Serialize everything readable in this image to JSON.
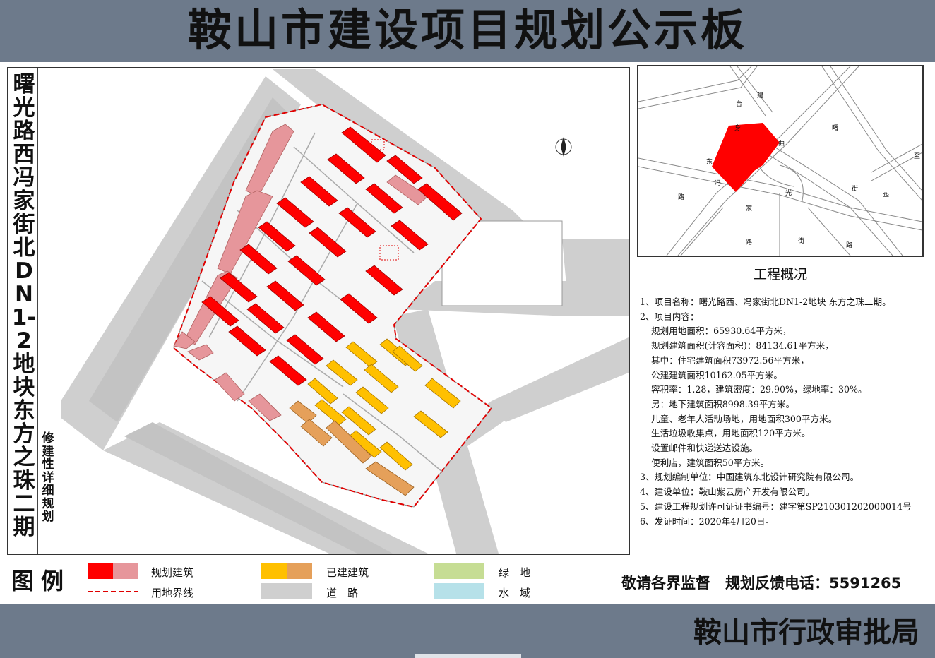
{
  "header": {
    "title": "鞍山市建设项目规划公示板"
  },
  "side_title": "曙光路西冯家街北DN1-2地块 东方之珠二期",
  "side_subtitle": "修建性详细规划",
  "location_map": {
    "caption": "工程概况",
    "street_chars": [
      "台",
      "建",
      "身",
      "曲",
      "曙",
      "至",
      "东",
      "冯",
      "光",
      "街",
      "华",
      "路",
      "家",
      "路",
      "街",
      "路"
    ]
  },
  "info": {
    "line1": "1、项目名称：曙光路西、冯家街北DN1-2地块 东方之珠二期。",
    "line2": "2、项目内容：",
    "line3": "规划用地面积：65930.64平方米，",
    "line4": "规划建筑面积(计容面积)：84134.61平方米，",
    "line5": "其中：住宅建筑面积73972.56平方米，",
    "line6": "公建建筑面积10162.05平方米。",
    "line7": "容积率：1.28，建筑密度：29.90%，绿地率：30%。",
    "line8": "另：地下建筑面积8998.39平方米。",
    "line9": "儿童、老年人活动场地，用地面积300平方米。",
    "line10": "生活垃圾收集点，用地面积120平方米。",
    "line11": "设置邮件和快递送达设施。",
    "line12": "便利店，建筑面积50平方米。",
    "line13": "3、规划编制单位：中国建筑东北设计研究院有限公司。",
    "line14": "4、建设单位：鞍山紫云房产开发有限公司。",
    "line15": "5、建设工程规划许可证证书编号：建字第SP210301202000014号",
    "line16": "6、发证时间：2020年4月20日。"
  },
  "legend": {
    "title": "图例",
    "planned_buildings": "规划建筑",
    "built_buildings": "已建建筑",
    "green_space": "绿　地",
    "boundary_line": "用地界线",
    "road": "道　路",
    "water": "水　域"
  },
  "colors": {
    "planned_red": "#ff0000",
    "planned_pink": "#e6969b",
    "built_yellow": "#ffc000",
    "built_orange": "#e5a05a",
    "green": "#c6dd94",
    "road_gray": "#cfcfcf",
    "water": "#b6e1e9",
    "header_bg": "#6d7a8b"
  },
  "supervise": "敬请各界监督　规划反馈电话：5591265",
  "footer": {
    "text": "鞍山市行政审批局"
  }
}
